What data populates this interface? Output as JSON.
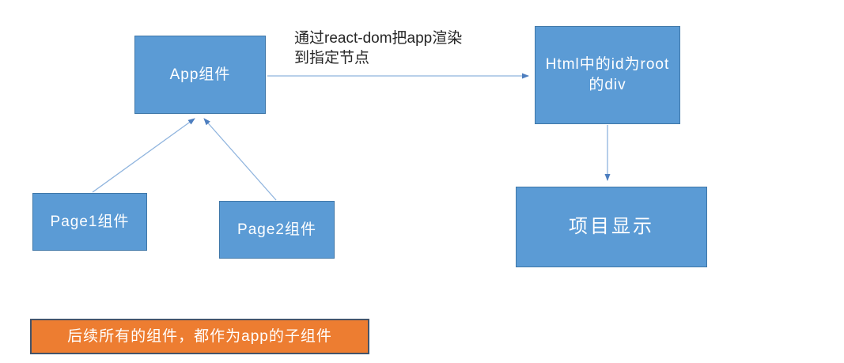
{
  "diagram": {
    "nodes": {
      "app": {
        "label": "App组件"
      },
      "html_root": {
        "label_line1": "Html中的id为root",
        "label_line2": "的div"
      },
      "project": {
        "label": "项目显示"
      },
      "page1": {
        "label": "Page1组件"
      },
      "page2": {
        "label": "Page2组件"
      },
      "note": {
        "label": "后续所有的组件，都作为app的子组件"
      }
    },
    "annotation": {
      "line1": "通过react-dom把app渲染",
      "line2": "到指定节点"
    },
    "connections": [
      {
        "from": "app",
        "to": "html_root",
        "label": "通过react-dom把app渲染到指定节点"
      },
      {
        "from": "html_root",
        "to": "project",
        "label": ""
      },
      {
        "from": "page1",
        "to": "app",
        "label": ""
      },
      {
        "from": "page2",
        "to": "app",
        "label": ""
      }
    ],
    "colors": {
      "node_fill": "#5b9bd5",
      "node_border": "#3f77a8",
      "node_text": "#ffffff",
      "note_fill": "#ed7d31",
      "note_border": "#44546a",
      "connector": "#8fb4de",
      "connector_head": "#4d7ebf",
      "annotation_text": "#262626"
    }
  }
}
